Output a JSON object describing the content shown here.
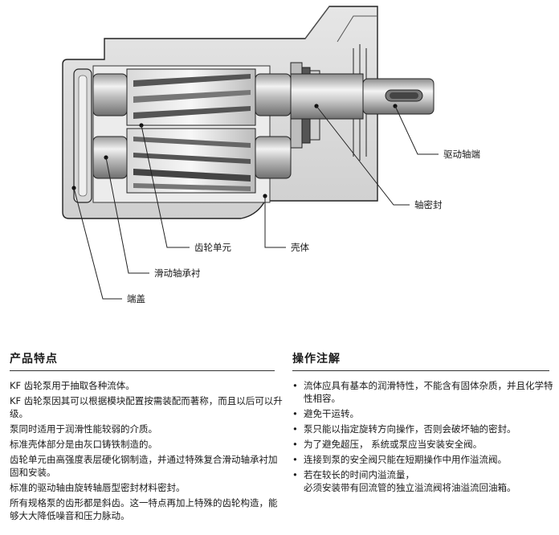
{
  "diagram": {
    "labels": {
      "drive_shaft_end": "驱动轴端",
      "shaft_seal": "轴密封",
      "gear_unit": "齿轮单元",
      "housing": "壳体",
      "sliding_bearing": "滑动轴承衬",
      "end_cover": "端盖"
    }
  },
  "features": {
    "title": "产品特点",
    "paragraphs": [
      "KF 齿轮泵用于抽取各种流体。",
      "KF 齿轮泵因其可以根据模块配置按需装配而著称，而且以后可以升级。",
      "泵同时适用于润滑性能较弱的介质。",
      "标准壳体部分是由灰口铸铁制造的。",
      "齿轮单元由高强度表层硬化钢制造，并通过特殊复合滑动轴承衬加固和安装。",
      "标准的驱动轴由旋转轴唇型密封材料密封。",
      "所有规格泵的齿形都是斜齿。这一特点再加上特殊的齿轮构造，能够大大降低噪音和压力脉动。"
    ]
  },
  "notes": {
    "title": "操作注解",
    "bullet": "•",
    "items": [
      "流体应具有基本的润滑特性，不能含有固体杂质，并且化学特性相容。",
      "避免干运转。",
      "泵只能以指定旋转方向操作，否则会破坏轴的密封。",
      "为了避免超压， 系统或泵应当安装安全阀。",
      "连接到泵的安全阀只能在短期操作中用作溢流阀。",
      "若在较长的时间内溢流量，\n必须安装带有回流管的独立溢流阀将油溢流回油箱。"
    ]
  }
}
